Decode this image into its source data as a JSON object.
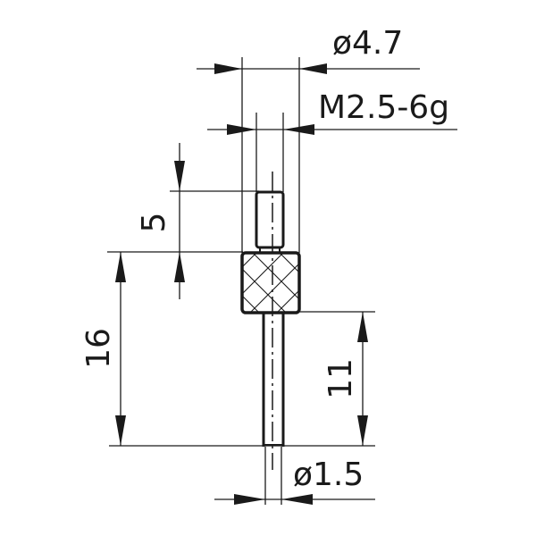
{
  "drawing": {
    "type": "technical-drawing",
    "subject": "stylus insert with threaded connection",
    "line_color": "#1a1a1a",
    "background": "#ffffff"
  },
  "dimensions": {
    "overall_diameter": "ø4.7",
    "thread": "M2.5-6g",
    "thread_length": "5",
    "overall_length": "16",
    "shaft_length": "11",
    "tip_diameter": "ø1.5"
  }
}
